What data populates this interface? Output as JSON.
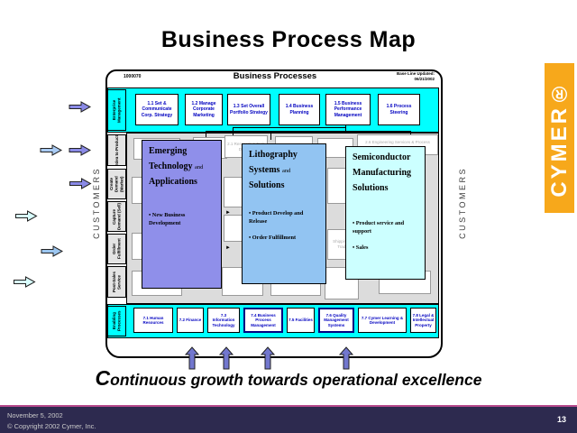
{
  "slide": {
    "title": "Business Process Map",
    "tagline_lead": "C",
    "tagline_rest": "ontinuous growth towards operational excellence"
  },
  "footer": {
    "date": "November 5, 2002",
    "copyright": "© Copyright 2002 Cymer, Inc.",
    "page_number": "13"
  },
  "logo": {
    "brand": "CYMER®"
  },
  "sides": {
    "customers_left": "CUSTOMERS",
    "customers_right": "CUSTOMERS"
  },
  "diagram": {
    "doc_id": "1000070",
    "header_title": "Business Processes",
    "baseline_label": "Base Line Updated:",
    "baseline_date": "06/21/2002",
    "row_labels": [
      "Enterprise Management",
      "Idea to Product",
      "Create Demand (Market)",
      "Capture Demand (Sell)",
      "Order Fulfillment",
      "Post-Sales Service",
      "Enabling Processes"
    ],
    "enterprise_processes": [
      "1.1 Set & Communicate Corp. Strategy",
      "1.2 Manage Corporate Marketing",
      "1.3 Set Overall Portfolio Strategy",
      "1.4 Business Planning",
      "1.5 Business Performance Management",
      "1.6 Process Steering"
    ],
    "main_boxes": [
      {
        "line1": "Emerging",
        "line2": "Technology",
        "line2_small": "and",
        "line3": "Applications",
        "bullets": [
          "• New Business Development",
          ""
        ]
      },
      {
        "line1": "Lithography",
        "line2": "Systems",
        "line2_small": "and",
        "line3": "Solutions",
        "bullets": [
          "• Product Develop and Release",
          "• Order Fulfillment"
        ]
      },
      {
        "line1": "Semiconductor",
        "line2": "Manufacturing",
        "line2_small": "",
        "line3": "Solutions",
        "bullets": [
          "• Product service and support",
          "• Sales"
        ]
      }
    ],
    "ghost_labels": {
      "research": "2.1 Research & Tech Develop",
      "eng_services": "2.6 Engineering Services & Process Change Management",
      "shipping": "Shipping & Trade"
    },
    "enabling_processes": [
      "7.1 Human Resources",
      "7.2 Finance",
      "7.3 Information Technology",
      "7.4 Business Process Management",
      "7.5 Facilities",
      "7.6 Quality Management Systems",
      "7.7 Cymer Learning & Development",
      "7.8 Legal & Intellectual Property"
    ]
  },
  "colors": {
    "cyan_band": "#00FFFF",
    "purple_box": "#8F8FEA",
    "blue_box": "#92C4F2",
    "pale_cyan_box": "#CCFFFF",
    "logo_orange": "#F7A81B",
    "footer_bg": "#2D2A4F",
    "footer_line": "#B64A8C",
    "arrow_purple": "#8A8AE6",
    "arrow_blue": "#9CC6F0",
    "arrow_pale": "#D8FFFF"
  }
}
